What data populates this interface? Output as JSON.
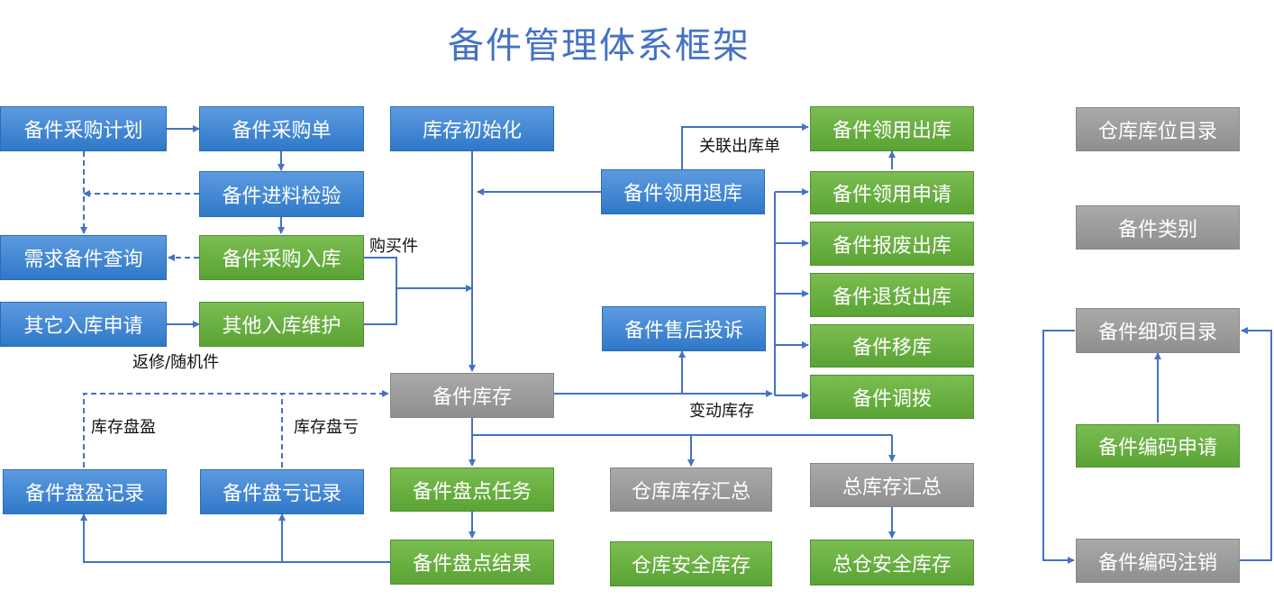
{
  "title": "备件管理体系框架",
  "colors": {
    "blue": "#2f78c8",
    "green": "#5aa334",
    "gray": "#8f8f8f",
    "line": "#4472c4",
    "title": "#4472c4"
  },
  "boxes": {
    "purchase_plan": "备件采购计划",
    "purchase_order": "备件采购单",
    "inventory_init": "库存初始化",
    "incoming_inspection": "备件进料检验",
    "demand_query": "需求备件查询",
    "purchase_inbound": "备件采购入库",
    "other_inbound_request": "其它入库申请",
    "other_inbound_maint": "其他入库维护",
    "return_to_stock": "备件领用退库",
    "requisition_outbound": "备件领用出库",
    "requisition_request": "备件领用申请",
    "scrap_outbound": "备件报废出库",
    "return_goods_outbound": "备件退货出库",
    "transfer": "备件移库",
    "allocation": "备件调拨",
    "aftersales_complaint": "备件售后投诉",
    "spare_inventory": "备件库存",
    "surplus_record": "备件盘盈记录",
    "loss_record": "备件盘亏记录",
    "stocktake_task": "备件盘点任务",
    "stocktake_result": "备件盘点结果",
    "warehouse_summary": "仓库库存汇总",
    "total_summary": "总库存汇总",
    "warehouse_safety": "仓库安全库存",
    "total_safety": "总仓安全库存",
    "location_catalog": "仓库库位目录",
    "category": "备件类别",
    "item_catalog": "备件细项目录",
    "code_request": "备件编码申请",
    "code_cancel": "备件编码注销"
  },
  "labels": {
    "purchased": "购买件",
    "repair_random": "返修/随机件",
    "linked_outbound": "关联出库单",
    "change_stock": "变动库存",
    "surplus": "库存盘盈",
    "loss": "库存盘亏"
  }
}
